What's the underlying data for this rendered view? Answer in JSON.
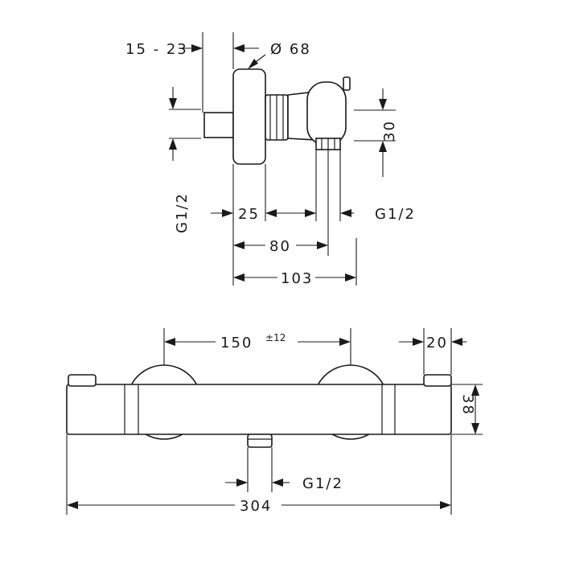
{
  "side_view": {
    "dim_offset": "15 - 23",
    "dim_diameter": "Ø 68",
    "dim_height": "30",
    "dim_inlet_thread": "G1/2",
    "dim_wall": "25",
    "dim_outlet_thread": "G1/2",
    "dim_depth_outlet": "80",
    "dim_depth_total": "103"
  },
  "front_view": {
    "dim_centers": "150",
    "dim_centers_tol": "±12",
    "dim_end_cap": "20",
    "dim_body_height": "38",
    "dim_outlet_thread": "G1/2",
    "dim_total_length": "304"
  }
}
